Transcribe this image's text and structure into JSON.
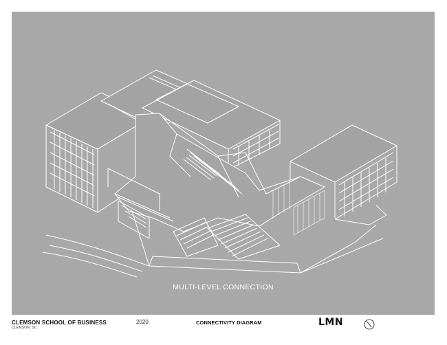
{
  "drawing": {
    "caption": "MULTI-LEVEL CONNECTION",
    "background_color": "#a8a8a8",
    "line_color": "#ffffff"
  },
  "footer": {
    "project_name": "CLEMSON SCHOOL OF BUSINESS",
    "project_location": "CLEMSON, SC",
    "year": "2020",
    "sheet_title": "CONNECTIVITY DIAGRAM",
    "firm_logo": "LMN",
    "north_arrow_icon": "north-arrow-icon"
  }
}
